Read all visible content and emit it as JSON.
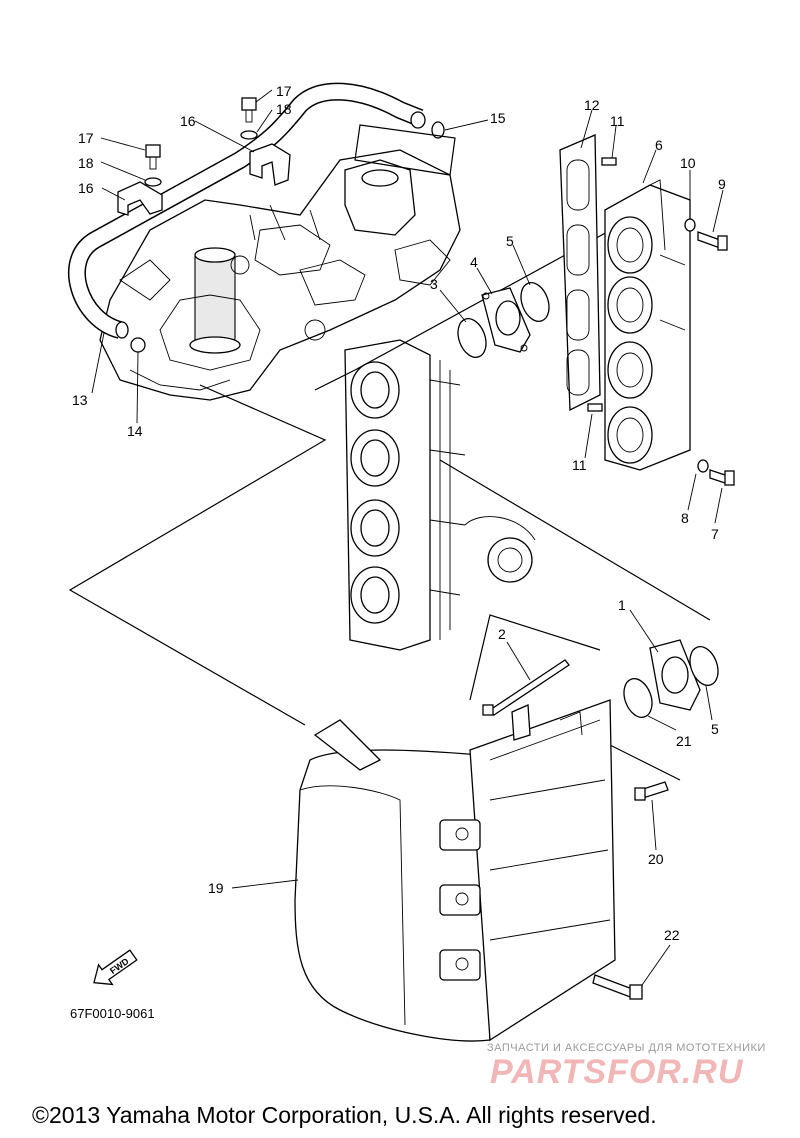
{
  "diagram": {
    "part_code": "67F0010-9061",
    "fwd_label": "FWD",
    "callouts": [
      "1",
      "2",
      "3",
      "4",
      "5",
      "5",
      "6",
      "7",
      "8",
      "9",
      "10",
      "11",
      "11",
      "12",
      "13",
      "14",
      "15",
      "16",
      "16",
      "17",
      "17",
      "18",
      "18",
      "19",
      "20",
      "21",
      "22"
    ]
  },
  "watermark": {
    "line1": "ЗАПЧАСТИ И АКСЕССУАРЫ ДЛЯ МОТОТЕХНИКИ",
    "line2": "PARTSFOR.RU"
  },
  "footer": {
    "copyright": "©2013 Yamaha Motor Corporation, U.S.A. All rights reserved."
  }
}
